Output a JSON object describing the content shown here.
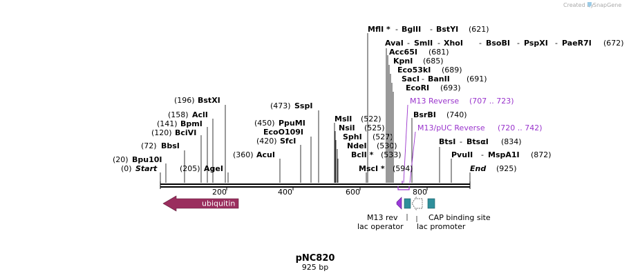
{
  "header": {
    "created_by": "Created by",
    "app_name": "SnapGene"
  },
  "plasmid": {
    "name": "pNC820",
    "length_label": "925 bp",
    "length": 925
  },
  "axis": {
    "ticks": [
      {
        "pos": 200,
        "label": "200"
      },
      {
        "pos": 400,
        "label": "400"
      },
      {
        "pos": 600,
        "label": "600"
      },
      {
        "pos": 800,
        "label": "800"
      }
    ]
  },
  "features": {
    "ubiquitin": {
      "label": "ubiquitin",
      "color": "#9a2e5e",
      "direction": "reverse"
    },
    "m13_rev": {
      "label": "M13 rev",
      "color": "#9b3ad9"
    },
    "lac_operator": {
      "label": "lac operator",
      "color": "#2f8f9b"
    },
    "lac_promoter": {
      "label": "lac promoter",
      "color": "#ffffff"
    },
    "cap_binding_site": {
      "label": "CAP binding site",
      "color": "#2f8f9b"
    }
  },
  "sites": {
    "start": {
      "pos": "(0)",
      "name": "Start"
    },
    "bpu10i": {
      "pos": "(20)",
      "name": "Bpu10I"
    },
    "bbsi": {
      "pos": "(72)",
      "name": "BbsI"
    },
    "bcivi": {
      "pos": "(120)",
      "name": "BciVI"
    },
    "bpmi": {
      "pos": "(141)",
      "name": "BpmI"
    },
    "acli": {
      "pos": "(158)",
      "name": "AclI"
    },
    "bstxi": {
      "pos": "(196)",
      "name": "BstXI"
    },
    "agei": {
      "pos": "(205)",
      "name": "AgeI"
    },
    "acui": {
      "pos": "(360)",
      "name": "AcuI"
    },
    "sfci": {
      "pos": "(420)",
      "name": "SfcI"
    },
    "eco0109i": {
      "name": "EcoO109I"
    },
    "ppumi": {
      "pos": "(450)",
      "name": "PpuMI"
    },
    "sspi": {
      "pos": "(473)",
      "name": "SspI"
    },
    "msli": {
      "pos": "(522)",
      "name": "MslI"
    },
    "nsii": {
      "pos": "(525)",
      "name": "NsiI"
    },
    "sphi": {
      "pos": "(527)",
      "name": "SphI"
    },
    "ndei": {
      "pos": "(530)",
      "name": "NdeI"
    },
    "bcli": {
      "pos": "(533)",
      "name": "BclI *"
    },
    "msci": {
      "pos": "(594)",
      "name": "MscI *"
    },
    "mfli": {
      "pos": "(621)",
      "name": "MflI *",
      "name2": "BglII",
      "name3": "BstYI"
    },
    "avai": {
      "pos": "(672)",
      "name": "AvaI",
      "name2": "SmlI",
      "name3": "XhoI",
      "name4": "BsoBI",
      "name5": "PspXI",
      "name6": "PaeR7I"
    },
    "acc65i": {
      "pos": "(681)",
      "name": "Acc65I"
    },
    "kpni": {
      "pos": "(685)",
      "name": "KpnI"
    },
    "eco53ki": {
      "pos": "(689)",
      "name": "Eco53kI"
    },
    "saci": {
      "pos": "(691)",
      "name": "SacI",
      "name2": "BanII"
    },
    "ecori": {
      "pos": "(693)",
      "name": "EcoRI"
    },
    "bsrbi": {
      "pos": "(740)",
      "name": "BsrBI"
    },
    "btsi": {
      "pos": "(834)",
      "name": "BtsI",
      "name2": "BtsαI"
    },
    "pvuii": {
      "pos": "(872)",
      "name": "PvuII",
      "name2": "MspA1I"
    },
    "end": {
      "pos": "(925)",
      "name": "End"
    }
  },
  "primers": {
    "m13_reverse": {
      "name": "M13 Reverse",
      "range": "(707 .. 723)",
      "color": "#9933cc"
    },
    "m13_puc_reverse": {
      "name": "M13/pUC Reverse",
      "range": "(720 .. 742)",
      "color": "#9933cc"
    }
  },
  "separator": "-"
}
